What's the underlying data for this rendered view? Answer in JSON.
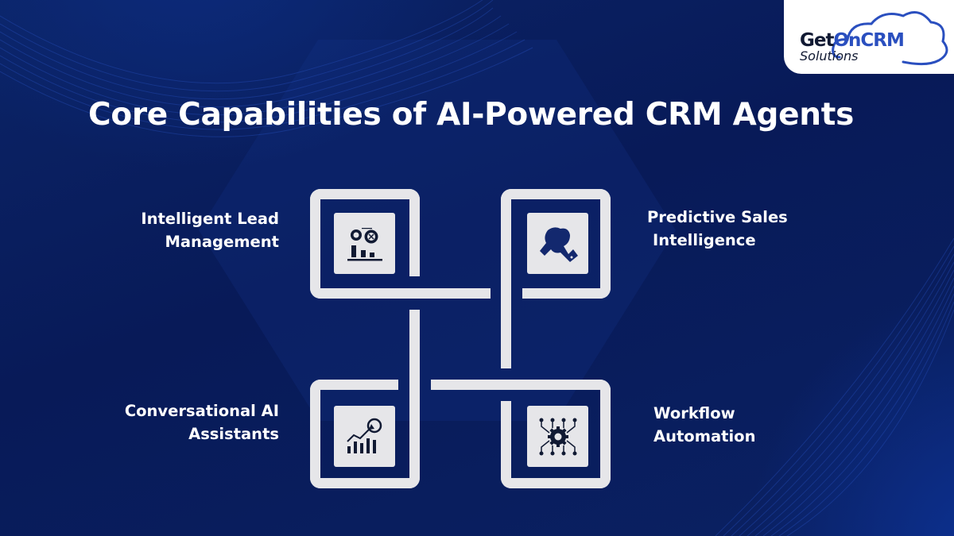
{
  "logo": {
    "brand_get": "Get",
    "brand_on": "On",
    "brand_crm": "CRM",
    "brand_sub": "Solutions",
    "icon": "cloud-logo-icon",
    "colors": {
      "dark": "#111a33",
      "accent": "#2a4fbf"
    }
  },
  "title": "Core Capabilities of AI-Powered CRM Agents",
  "capabilities": [
    {
      "line1": "Intelligent Lead",
      "line2": "Management",
      "icon": "gears-bar-chart-icon",
      "position": "top-left"
    },
    {
      "line1": "Predictive Sales",
      "line2": "Intelligence",
      "icon": "handshake-icon",
      "position": "top-right"
    },
    {
      "line1": "Conversational AI",
      "line2": "Assistants",
      "icon": "growth-chart-target-icon",
      "position": "bottom-left"
    },
    {
      "line1": "Workflow",
      "line2": "Automation",
      "icon": "circuit-gear-icon",
      "position": "bottom-right"
    }
  ],
  "colors": {
    "background": "#0a1f5e",
    "frame": "#e6e6e9",
    "icon": "#111a33",
    "text": "#ffffff"
  }
}
